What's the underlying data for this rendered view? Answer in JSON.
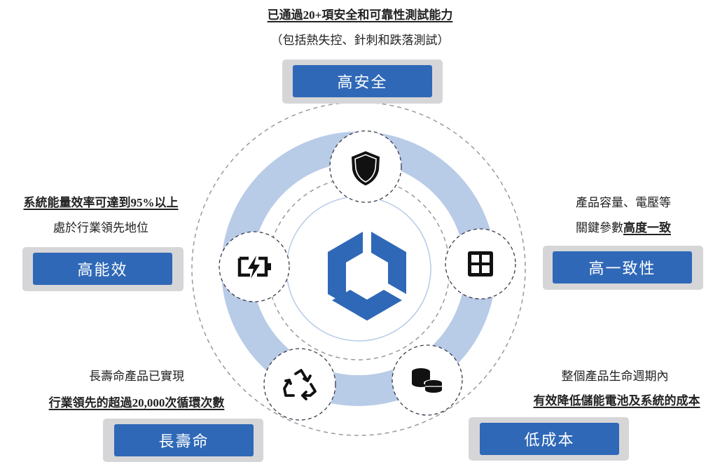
{
  "features": {
    "safety": {
      "label": "高安全",
      "line1": "已通過20+項安全和可靠性測試能力",
      "line2": "（包括熱失控、針刺和跌落測試）"
    },
    "efficiency": {
      "label": "高能效",
      "line1": "系統能量效率可達到95%以上",
      "line2": "處於行業領先地位"
    },
    "consistency": {
      "label": "高一致性",
      "line1": "產品容量、電壓等",
      "line2_prefix": "關鍵參數",
      "line2_emphasis": "高度一致"
    },
    "longevity": {
      "label": "長壽命",
      "line1": "長壽命產品已實現",
      "line2": "行業領先的超過20,000次循環次數"
    },
    "cost": {
      "label": "低成本",
      "line1": "整個產品生命週期內",
      "line2": "有效降低儲能電池及系統的成本"
    }
  },
  "icons": [
    "shield-icon",
    "battery-charging-icon",
    "grid-icon",
    "recycle-icon",
    "coins-icon",
    "hexagon-logo-icon"
  ],
  "colors": {
    "accent": "#2f68b7",
    "ring": "#b8cbe7",
    "label_shadow": "#d6d6d8",
    "icon": "#111111"
  }
}
